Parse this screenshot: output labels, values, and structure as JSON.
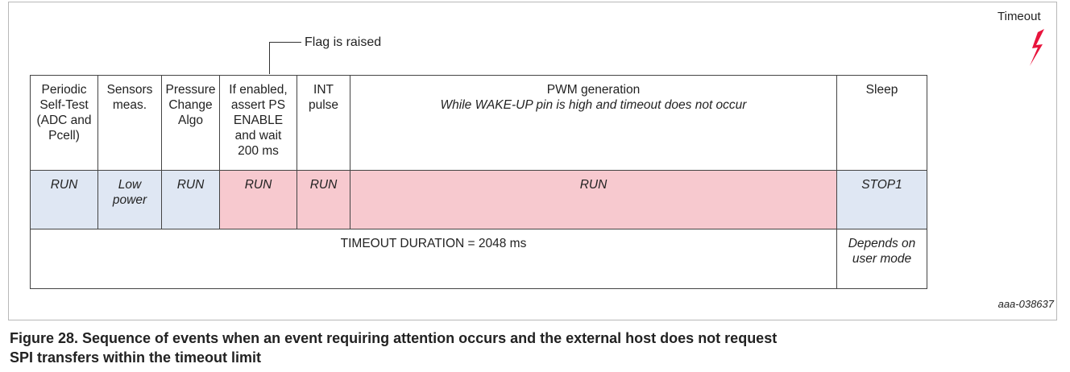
{
  "diagram": {
    "timeout_label": "Timeout",
    "flag_label": "Flag is raised",
    "header_cells": [
      "Periodic Self-Test (ADC and Pcell)",
      "Sensors meas.",
      "Pressure Change Algo",
      "If enabled, assert PS ENABLE and wait 200 ms",
      "INT pulse",
      "PWM generation",
      "Sleep"
    ],
    "pwm_note": "While WAKE-UP pin is high and timeout does not occur",
    "mode_cells": [
      "RUN",
      "Low power",
      "RUN",
      "RUN",
      "RUN",
      "RUN",
      "STOP1"
    ],
    "timeout_duration": "TIMEOUT DURATION = 2048 ms",
    "sleep_duration": "Depends on user mode",
    "colors": {
      "blue_cell": "#dfe7f3",
      "pink_cell": "#f7c9cf",
      "bolt": "#e8143c"
    }
  },
  "figure_tag": "aaa-038637",
  "caption": {
    "line1": "Figure 28.  Sequence of events when an event requiring attention occurs and the external host does not request",
    "line2": "SPI transfers within the timeout limit"
  }
}
